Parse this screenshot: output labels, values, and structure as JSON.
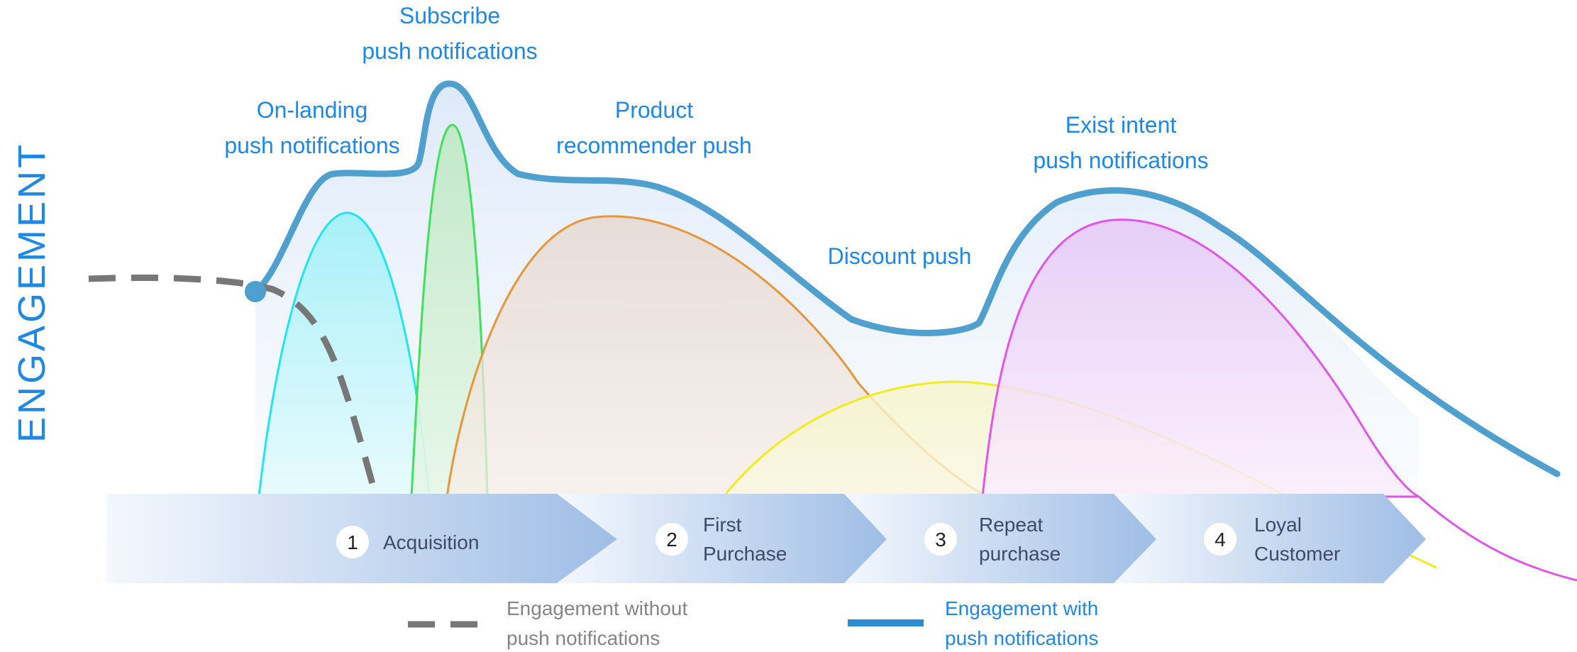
{
  "y_axis_label": "ENGAGEMENT",
  "campaigns": [
    {
      "key": "on_landing",
      "lines": [
        "On-landing",
        "push notifications"
      ],
      "color": "#22e5f2"
    },
    {
      "key": "subscribe",
      "lines": [
        "Subscribe",
        "push notifications"
      ],
      "color": "#3fe05a"
    },
    {
      "key": "recommender",
      "lines": [
        "Product",
        "recommender push"
      ],
      "color": "#e8963a"
    },
    {
      "key": "discount",
      "lines": [
        "Discount push"
      ],
      "color": "#f2ec1c"
    },
    {
      "key": "exit_intent",
      "lines": [
        "Exist intent",
        "push notifications"
      ],
      "color": "#e255ec"
    }
  ],
  "stages": [
    {
      "number": "1",
      "lines": [
        "Acquisition"
      ]
    },
    {
      "number": "2",
      "lines": [
        "First",
        "Purchase"
      ]
    },
    {
      "number": "3",
      "lines": [
        "Repeat",
        "purchase"
      ]
    },
    {
      "number": "4",
      "lines": [
        "Loyal",
        "Customer"
      ]
    }
  ],
  "legend": [
    {
      "key": "without",
      "lines": [
        "Engagement without",
        "push notifications"
      ],
      "color": "#777777",
      "style": "dashed"
    },
    {
      "key": "with",
      "lines": [
        "Engagement with",
        "push notifications"
      ],
      "color": "#2c8ed0",
      "style": "solid"
    }
  ],
  "colors": {
    "engagement_line": "#4f9fcf",
    "dashed_line": "#777777",
    "arrow_band_start": "#f3f7fd",
    "arrow_band_end": "#9fbde6",
    "label_blue": "#1e88e5"
  }
}
